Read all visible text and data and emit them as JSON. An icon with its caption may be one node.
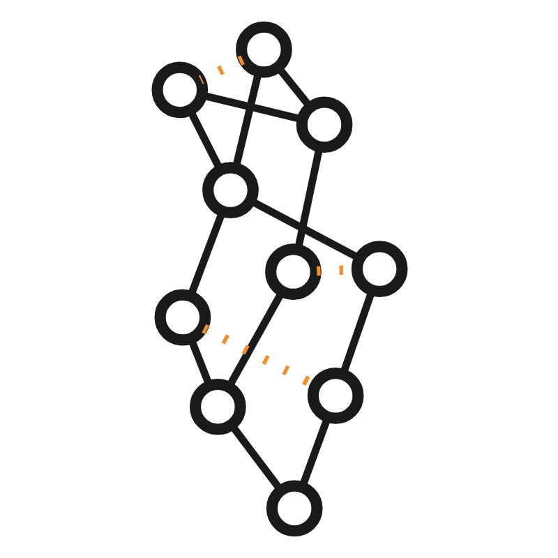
{
  "diagram": {
    "nodes": [
      {
        "text": [],
        "shape": "circle"
      },
      {
        "text": [],
        "shape": "circle"
      },
      {
        "text": [],
        "shape": "circle"
      },
      {
        "text": [],
        "shape": "circle"
      },
      {
        "text": [],
        "shape": "circle"
      },
      {
        "text": [],
        "shape": "circle"
      },
      {
        "text": [],
        "shape": "circle"
      },
      {
        "text": [],
        "shape": "circle"
      },
      {
        "text": [],
        "shape": "circle"
      },
      {
        "text": [],
        "shape": "circle"
      }
    ],
    "edges": [
      {
        "from": 0,
        "to": 1,
        "arrow": "none"
      },
      {
        "from": 0,
        "to": 3,
        "arrow": "none"
      },
      {
        "from": 1,
        "to": 2,
        "arrow": "none"
      },
      {
        "from": 2,
        "to": 3,
        "arrow": "none"
      },
      {
        "from": 1,
        "to": 4,
        "arrow": "none"
      },
      {
        "from": 4,
        "to": 6,
        "arrow": "none"
      },
      {
        "from": 6,
        "to": 5,
        "arrow": "none"
      },
      {
        "from": 5,
        "to": 3,
        "arrow": "none"
      },
      {
        "from": 3,
        "to": 7,
        "arrow": "none"
      },
      {
        "from": 7,
        "to": 9,
        "arrow": "none"
      },
      {
        "from": 9,
        "to": 8,
        "arrow": "none"
      },
      {
        "from": 8,
        "to": 6,
        "arrow": "none"
      },
      {
        "from": 0,
        "to": 2,
        "arrow": "none",
        "style": "dashed",
        "color": "#f28e2b"
      },
      {
        "from": 4,
        "to": 7,
        "arrow": "none",
        "style": "dashed",
        "color": "#f28e2b"
      },
      {
        "from": 5,
        "to": 9,
        "arrow": "none",
        "style": "dashed",
        "color": "#f28e2b"
      }
    ]
  }
}
